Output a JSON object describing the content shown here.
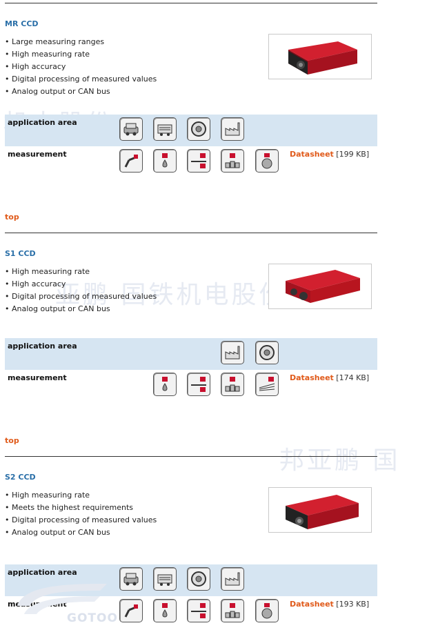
{
  "watermarks": [
    "机电股份",
    "亚鹏 国铁机电股份",
    "邦亚鹏 国",
    "GOTOO"
  ],
  "products": [
    {
      "title": "MR CCD",
      "features": [
        "Large measuring ranges",
        "High measuring rate",
        "High accuracy",
        "Digital processing of measured values",
        "Analog output or CAN bus"
      ],
      "application_label": "application area",
      "measurement_label": "measurement",
      "application_icons": [
        "car-icon",
        "rail-vehicle-icon",
        "wheel-icon",
        "factory-icon"
      ],
      "measurement_icons": [
        "robot-arm-icon",
        "drop-icon",
        "cutting-icon",
        "blocks-icon",
        "round-object-icon"
      ],
      "datasheet_label": "Datasheet",
      "datasheet_size": "[199 KB]",
      "top_label": "top"
    },
    {
      "title": "S1 CCD",
      "features": [
        "High measuring rate",
        "High accuracy",
        "Digital processing of measured values",
        "Analog output or CAN bus"
      ],
      "application_label": "application area",
      "measurement_label": "measurement",
      "application_icons": [
        "factory-icon",
        "wheel-icon"
      ],
      "measurement_icons": [
        "drop-icon",
        "cutting-icon",
        "blocks-icon",
        "wires-icon"
      ],
      "datasheet_label": "Datasheet",
      "datasheet_size": "[174 KB]",
      "top_label": "top"
    },
    {
      "title": "S2 CCD",
      "features": [
        "High measuring rate",
        "Meets the highest requirements",
        "Digital processing of measured values",
        "Analog output or CAN bus"
      ],
      "application_label": "application area",
      "measurement_label": "measurement",
      "application_icons": [
        "car-icon",
        "rail-vehicle-icon",
        "wheel-icon",
        "factory-icon"
      ],
      "measurement_icons": [
        "robot-arm-icon",
        "drop-icon",
        "cutting-icon",
        "blocks-icon",
        "round-object-icon"
      ],
      "datasheet_label": "Datasheet",
      "datasheet_size": "[193 KB]"
    }
  ],
  "colors": {
    "title": "#2a6fa8",
    "link": "#e05a1a",
    "band": "#d6e5f2",
    "product_red": "#c8102e"
  }
}
